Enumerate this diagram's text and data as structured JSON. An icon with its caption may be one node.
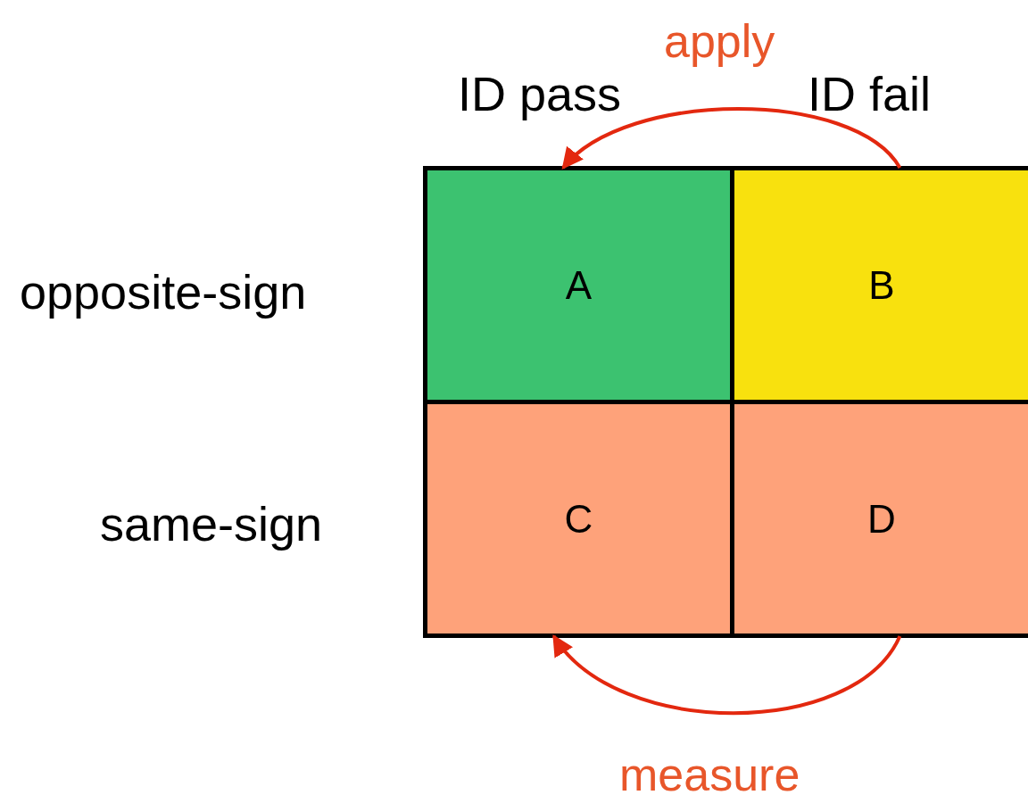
{
  "diagram": {
    "nodes": [
      {
        "text": [
          "A"
        ]
      },
      {
        "text": [
          "B"
        ]
      },
      {
        "text": [
          "C"
        ]
      },
      {
        "text": [
          "D"
        ]
      }
    ],
    "edges": [
      {
        "from": 1,
        "to": 0,
        "arrow": "to",
        "label": "apply"
      },
      {
        "from": 3,
        "to": 2,
        "arrow": "to",
        "label": "measure"
      }
    ],
    "labels": [
      "ID pass",
      "ID fail",
      "opposite-sign",
      "same-sign"
    ]
  }
}
